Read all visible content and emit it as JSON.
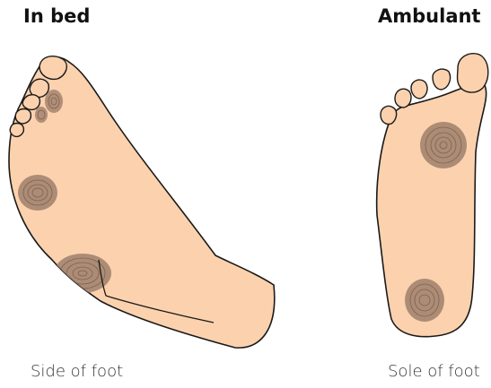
{
  "panels": [
    {
      "heading": "In bed",
      "caption": "Side of foot"
    },
    {
      "heading": "Ambulant",
      "caption": "Sole of foot"
    }
  ],
  "colors": {
    "skin": "#FCD2AE",
    "outline": "#1A1A1A",
    "pressure_area": "#A3846F",
    "pressure_rings": "#7D6150",
    "text": "#111111"
  }
}
